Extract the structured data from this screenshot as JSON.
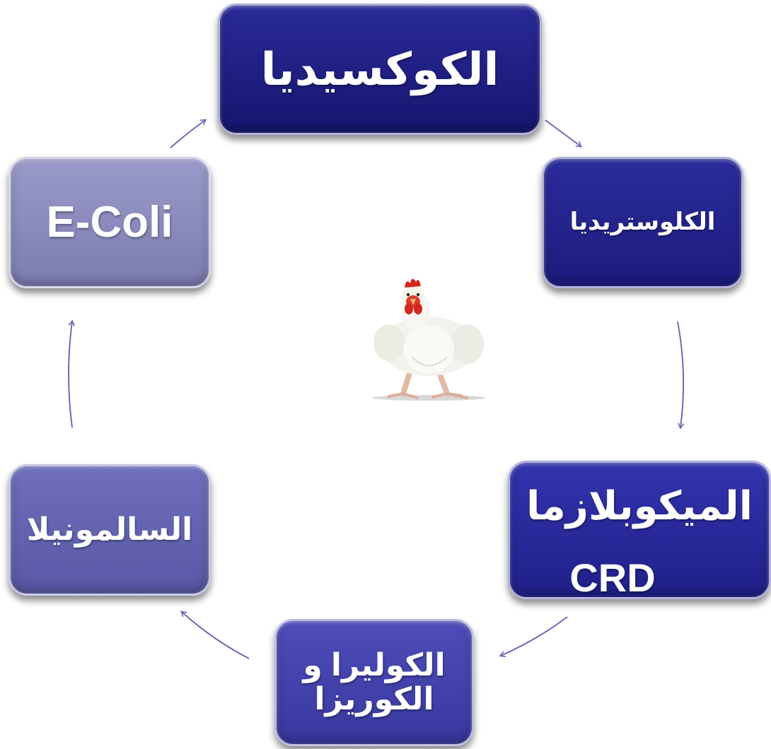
{
  "cycle": {
    "nodes": [
      {
        "lines": [
          "الكوكسيديا"
        ]
      },
      {
        "lines": [
          "الكلوستريديا"
        ]
      },
      {
        "lines": [
          "الميكوبلازما",
          "CRD"
        ]
      },
      {
        "lines": [
          "الكوليرا و",
          "الكوريزا"
        ]
      },
      {
        "lines": [
          "السالمونيلا"
        ]
      },
      {
        "lines": [
          "E-Coli"
        ]
      }
    ]
  },
  "colors": {
    "arrow": "#6a6ab4"
  },
  "center_image": "chicken"
}
